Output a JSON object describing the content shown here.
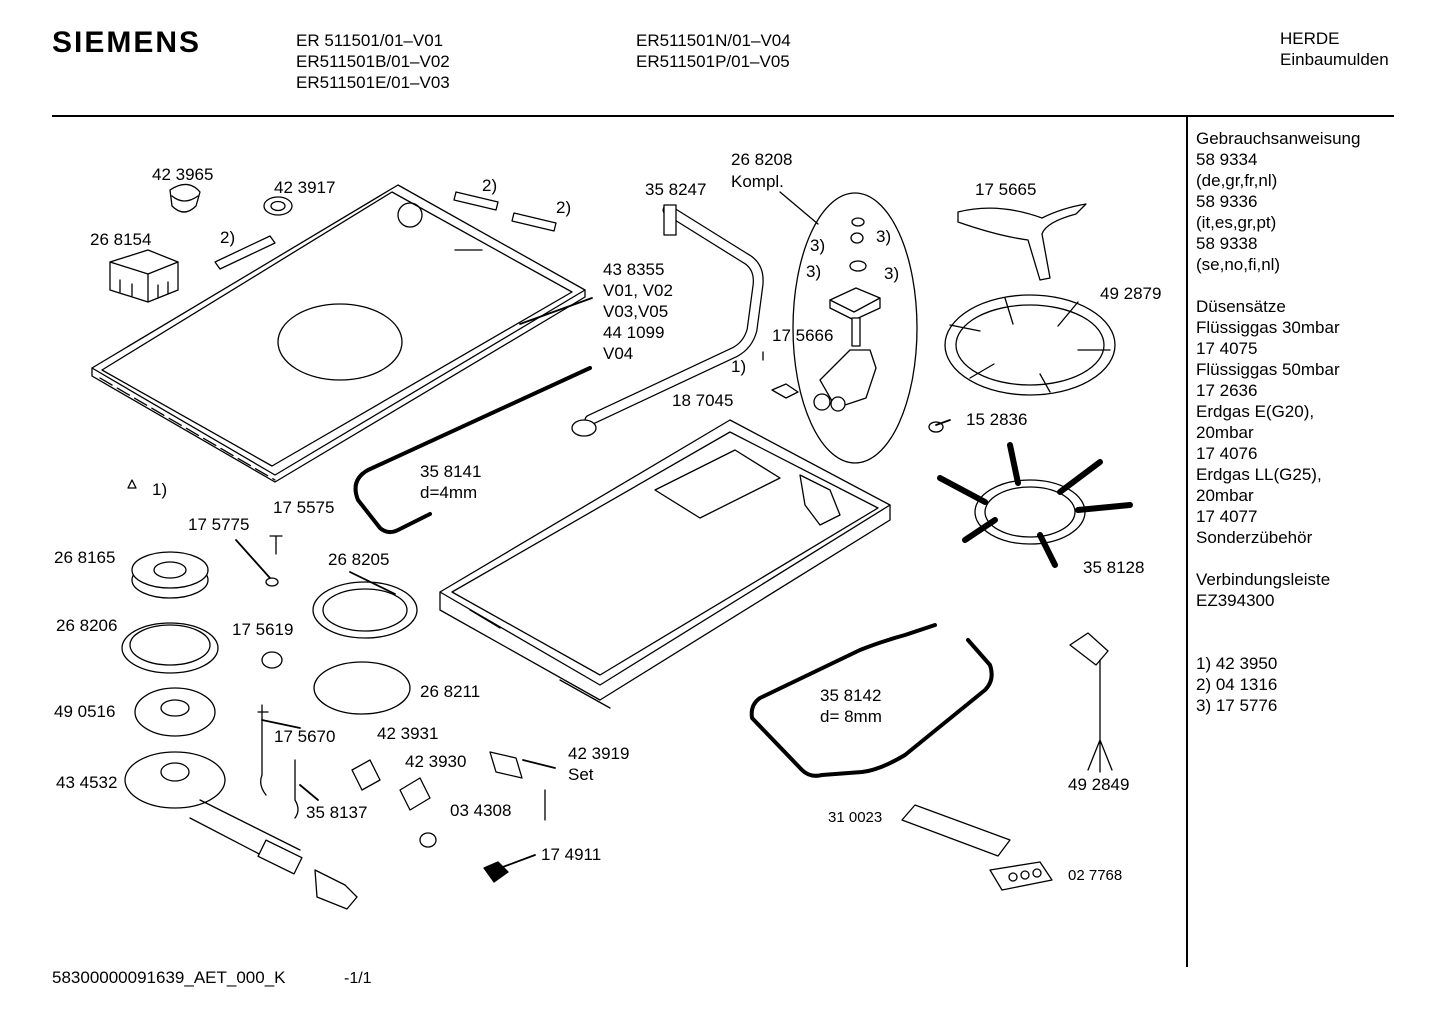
{
  "brand": "SIEMENS",
  "models_col1": [
    "ER 511501/01–V01",
    "ER511501B/01–V02",
    "ER511501E/01–V03"
  ],
  "models_col2": [
    "ER511501N/01–V04",
    "ER511501P/01–V05"
  ],
  "category": [
    "HERDE",
    "Einbaumulden"
  ],
  "sidebar": [
    "Gebrauchsanweisung",
    "58 9334",
    "(de,gr,fr,nl)",
    "58 9336",
    "(it,es,gr,pt)",
    "58 9338",
    "(se,no,fi,nl)",
    "",
    "Düsensätze",
    "Flüssiggas 30mbar",
    "17 4075",
    "Flüssiggas 50mbar",
    "17 2636",
    "Erdgas E(G20),",
    "20mbar",
    "17 4076",
    "Erdgas LL(G25),",
    "20mbar",
    "17 4077",
    "Sonderzübehör",
    "",
    "Verbindungsleiste",
    "EZ394300",
    "",
    "",
    "1) 42 3950",
    "2) 04 1316",
    "3) 17 5776"
  ],
  "parts": {
    "p423965": "42 3965",
    "p423917": "42 3917",
    "p268154": "26 8154",
    "n2a": "2)",
    "n2b": "2)",
    "n2c": "2)",
    "p358247": "35 8247",
    "p268208": "26 8208",
    "kompl": "Kompl.",
    "p175665": "17 5665",
    "p438355": "43 8355",
    "v0102": "V01, V02",
    "v0305": "V03,V05",
    "p441099": "44 1099",
    "v04": "V04",
    "n3a": "3)",
    "n3b": "3)",
    "n3c": "3)",
    "n3d": "3)",
    "p175666": "17 5666",
    "n1a": "1)",
    "p187045": "18 7045",
    "p492879": "49 2879",
    "p152836": "15 2836",
    "n1b": "1)",
    "p358141": "35 8141",
    "d4": "d=4mm",
    "p175775": "17 5775",
    "p175575": "17 5575",
    "p268165": "26 8165",
    "p268205": "26 8205",
    "p358128": "35 8128",
    "p268206": "26 8206",
    "p175619": "17 5619",
    "p268211": "26 8211",
    "p490516": "49 0516",
    "p423931": "42 3931",
    "p175670": "17 5670",
    "p423930": "42 3930",
    "p423919": "42 3919",
    "set": "Set",
    "p434532": "43 4532",
    "p358137": "35 8137",
    "p034308": "03 4308",
    "p358142": "35 8142",
    "d8": "d= 8mm",
    "p492849": "49 2849",
    "p310023": "31 0023",
    "p174911": "17 4911",
    "p027768": "02 7768"
  },
  "footer": {
    "doc_id": "58300000091639_AET_000_K",
    "page": "-1/1"
  }
}
